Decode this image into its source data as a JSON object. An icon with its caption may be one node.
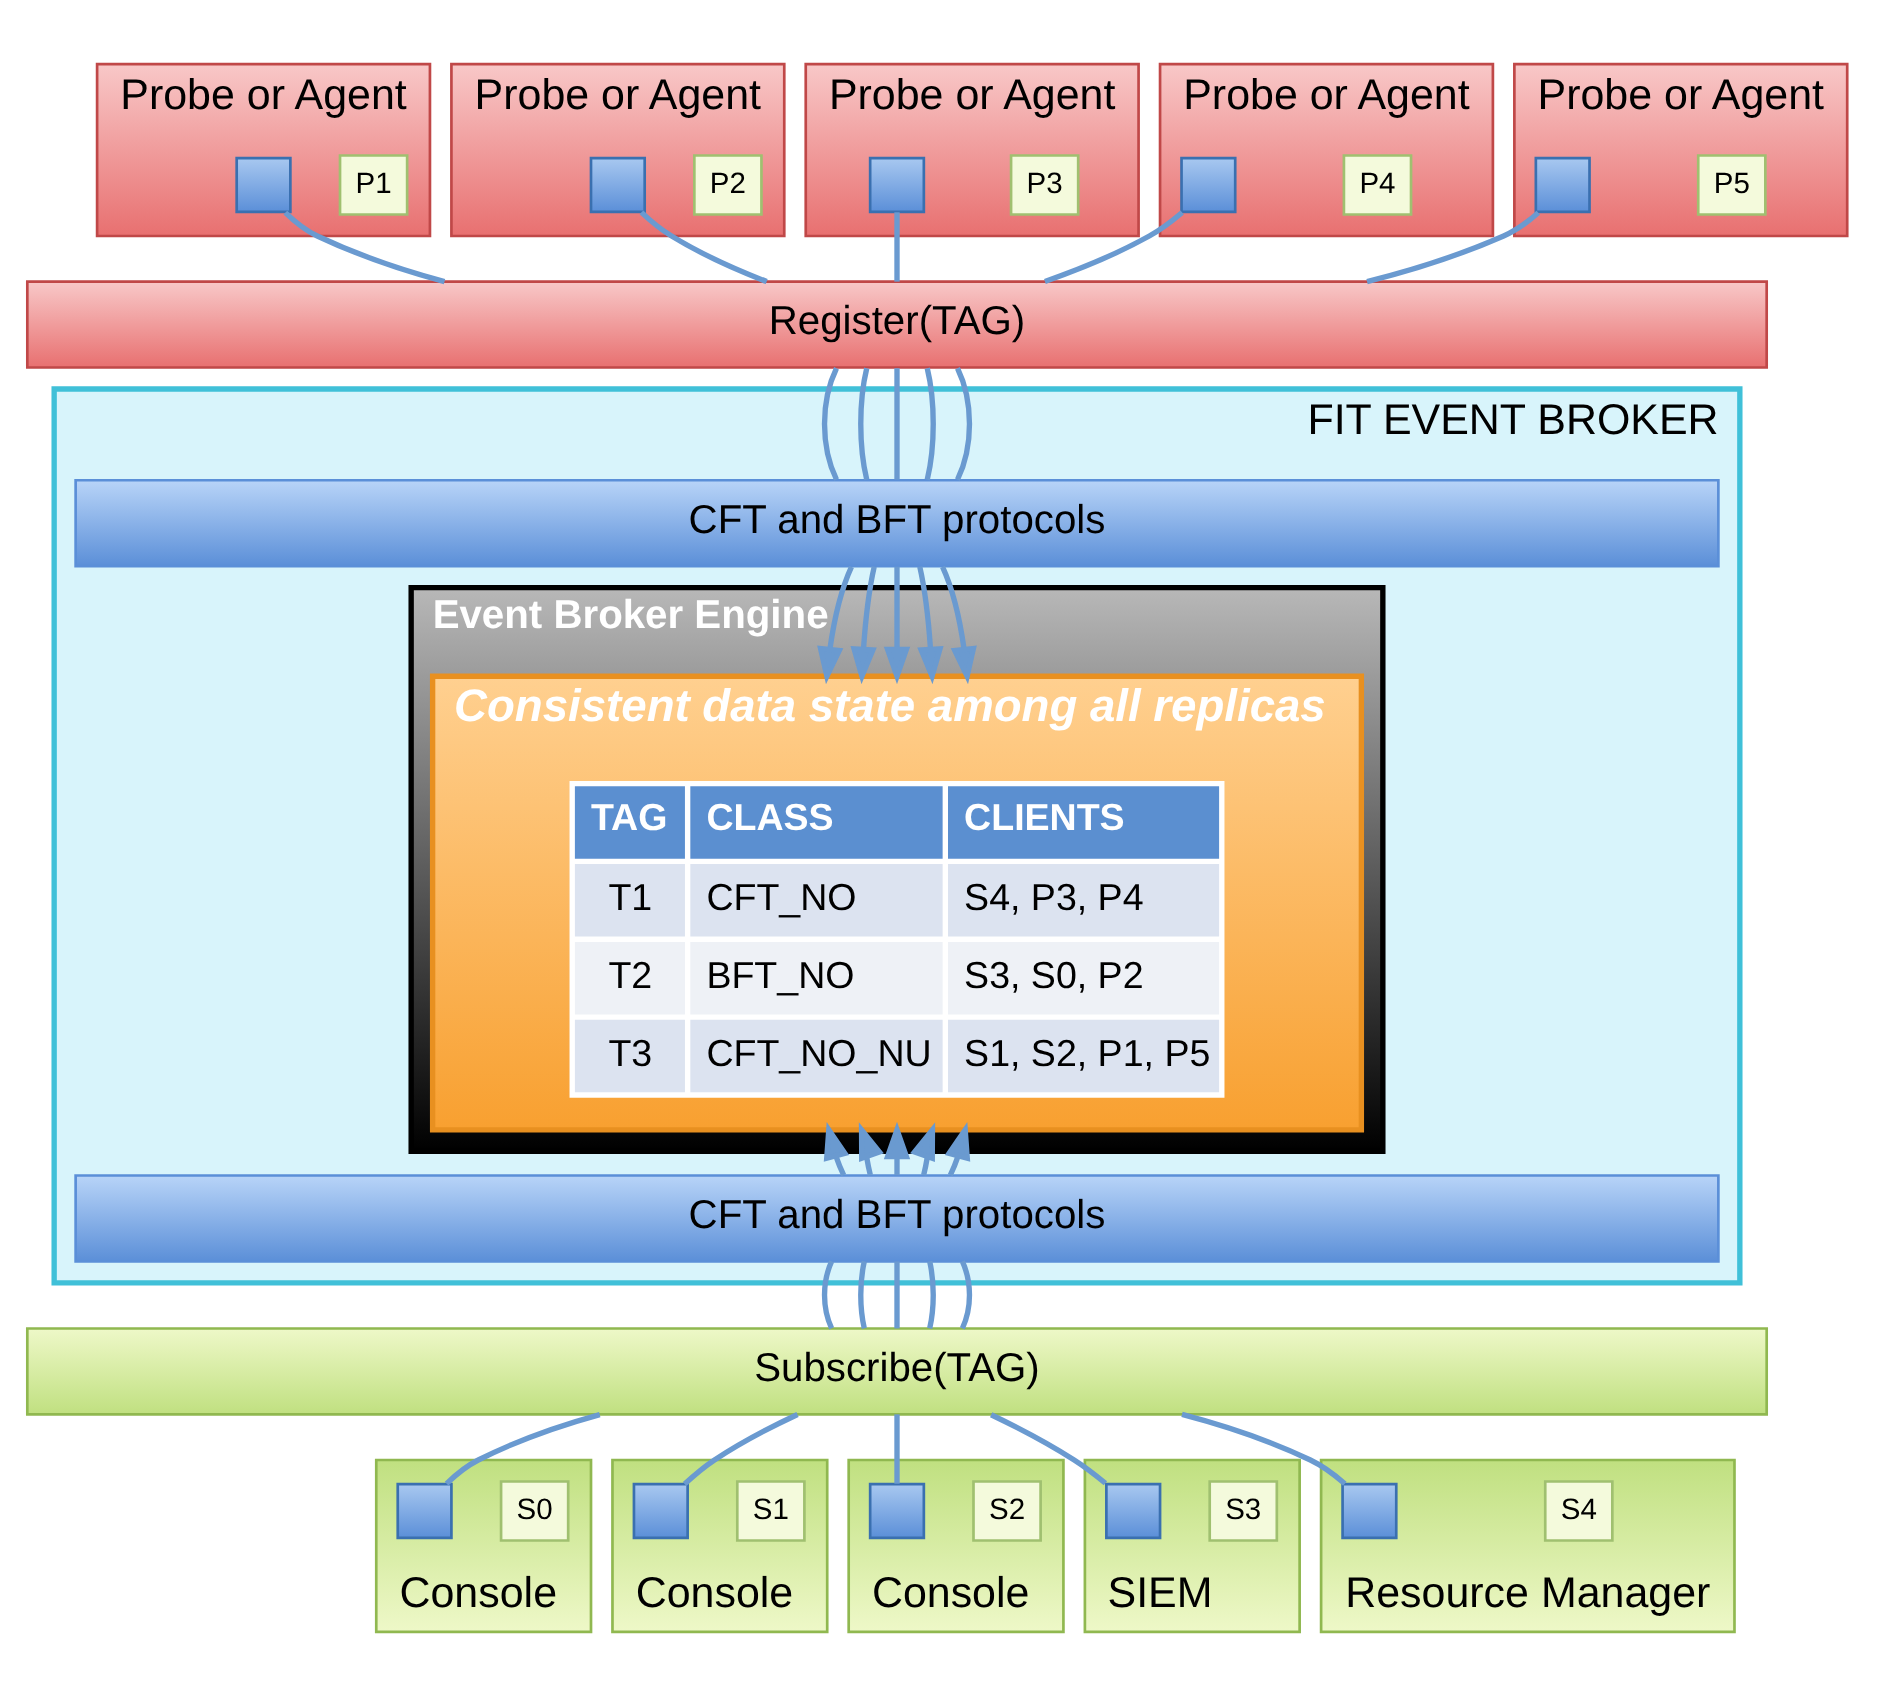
{
  "diagram": {
    "nodes": [
      {
        "text": [
          "Probe or Agent"
        ]
      },
      {
        "text": [
          "P1"
        ],
        "in": 0
      },
      {
        "text": [],
        "shape": "box",
        "in": 0
      },
      {
        "text": [
          "Probe or Agent"
        ]
      },
      {
        "text": [
          "P2"
        ],
        "in": 3
      },
      {
        "text": [],
        "shape": "box",
        "in": 3
      },
      {
        "text": [
          "Probe or Agent"
        ]
      },
      {
        "text": [
          "P3"
        ],
        "in": 6
      },
      {
        "text": [],
        "shape": "box",
        "in": 6
      },
      {
        "text": [
          "Probe or Agent"
        ]
      },
      {
        "text": [
          "P4"
        ],
        "in": 9
      },
      {
        "text": [],
        "shape": "box",
        "in": 9
      },
      {
        "text": [
          "Probe or Agent"
        ]
      },
      {
        "text": [
          "P5"
        ],
        "in": 12
      },
      {
        "text": [],
        "shape": "box",
        "in": 12
      },
      {
        "text": [
          "Register(TAG)"
        ]
      },
      {
        "text": [
          "FIT EVENT BROKER"
        ]
      },
      {
        "text": [
          "CFT and BFT protocols"
        ],
        "in": 16
      },
      {
        "text": [
          "Event Broker Engine"
        ],
        "in": 16
      },
      {
        "text": [
          "Consistent data state among all replicas"
        ],
        "in": 18
      },
      {
        "text": [
          "CFT and BFT protocols"
        ],
        "in": 16
      },
      {
        "text": [
          "Subscribe(TAG)"
        ]
      },
      {
        "text": [
          "Console"
        ]
      },
      {
        "text": [
          "S0"
        ],
        "in": 22
      },
      {
        "text": [],
        "shape": "box",
        "in": 22
      },
      {
        "text": [
          "Console"
        ]
      },
      {
        "text": [
          "S1"
        ],
        "in": 25
      },
      {
        "text": [],
        "shape": "box",
        "in": 25
      },
      {
        "text": [
          "Console"
        ]
      },
      {
        "text": [
          "S2"
        ],
        "in": 28
      },
      {
        "text": [],
        "shape": "box",
        "in": 28
      },
      {
        "text": [
          "SIEM"
        ]
      },
      {
        "text": [
          "S3"
        ],
        "in": 31
      },
      {
        "text": [],
        "shape": "box",
        "in": 31
      },
      {
        "text": [
          "Resource Manager"
        ]
      },
      {
        "text": [
          "S4"
        ],
        "in": 34
      },
      {
        "text": [],
        "shape": "box",
        "in": 34
      }
    ],
    "edges": [
      {
        "from": 2,
        "to": 15,
        "arrow": "none"
      },
      {
        "from": 5,
        "to": 15,
        "arrow": "none"
      },
      {
        "from": 8,
        "to": 15,
        "arrow": "none"
      },
      {
        "from": 11,
        "to": 15,
        "arrow": "none"
      },
      {
        "from": 14,
        "to": 15,
        "arrow": "none"
      },
      {
        "from": 15,
        "to": 17,
        "arrow": "none"
      },
      {
        "from": 15,
        "to": 17,
        "arrow": "none"
      },
      {
        "from": 15,
        "to": 17,
        "arrow": "none"
      },
      {
        "from": 15,
        "to": 17,
        "arrow": "none"
      },
      {
        "from": 15,
        "to": 17,
        "arrow": "none"
      },
      {
        "from": 17,
        "to": 19,
        "arrow": "to"
      },
      {
        "from": 17,
        "to": 19,
        "arrow": "to"
      },
      {
        "from": 17,
        "to": 19,
        "arrow": "to"
      },
      {
        "from": 17,
        "to": 19,
        "arrow": "to"
      },
      {
        "from": 17,
        "to": 19,
        "arrow": "to"
      },
      {
        "from": 20,
        "to": 19,
        "arrow": "to"
      },
      {
        "from": 20,
        "to": 19,
        "arrow": "to"
      },
      {
        "from": 20,
        "to": 19,
        "arrow": "to"
      },
      {
        "from": 20,
        "to": 19,
        "arrow": "to"
      },
      {
        "from": 20,
        "to": 19,
        "arrow": "to"
      },
      {
        "from": 20,
        "to": 21,
        "arrow": "none"
      },
      {
        "from": 20,
        "to": 21,
        "arrow": "none"
      },
      {
        "from": 20,
        "to": 21,
        "arrow": "none"
      },
      {
        "from": 20,
        "to": 21,
        "arrow": "none"
      },
      {
        "from": 20,
        "to": 21,
        "arrow": "none"
      },
      {
        "from": 21,
        "to": 24,
        "arrow": "none"
      },
      {
        "from": 21,
        "to": 27,
        "arrow": "none"
      },
      {
        "from": 21,
        "to": 30,
        "arrow": "none"
      },
      {
        "from": 21,
        "to": 33,
        "arrow": "none"
      },
      {
        "from": 21,
        "to": 36,
        "arrow": "none"
      }
    ],
    "labels": [
      "TAG",
      "CLASS",
      "CLIENTS",
      "T1",
      "CFT_NO",
      "S4, P3, P4",
      "T2",
      "BFT_NO",
      "S3, S0, P2",
      "T3",
      "CFT_NO_NU",
      "S1, S2, P1, P5"
    ]
  }
}
